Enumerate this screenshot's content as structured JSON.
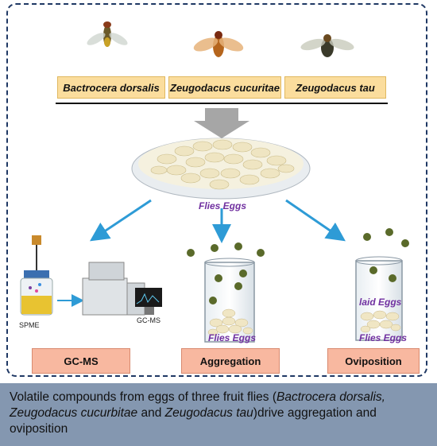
{
  "species": [
    "Bactrocera dorsalis",
    "Zeugodacus cucuritae",
    "Zeugodacus tau"
  ],
  "egg_labels": {
    "dish": "Flies Eggs",
    "aggregation_beaker": "Flies Eggs",
    "oviposition_laid": "laid Eggs",
    "oviposition_beaker": "Flies Eggs"
  },
  "instruments": {
    "spme": "SPME",
    "gcms": "GC-MS"
  },
  "methods": [
    "GC-MS",
    "Aggregation",
    "Oviposition"
  ],
  "caption": {
    "part1": "Volatile compounds from eggs of three fruit flies (",
    "species_italic": "Bactrocera dorsalis, Zeugodacus cucurbitae",
    "part2": " and ",
    "species_italic2": "Zeugodacus tau",
    "part3": ")drive aggregation and oviposition"
  },
  "colors": {
    "frame": "#1f3864",
    "species_box": "#fbdd9d",
    "method_box": "#f8b8a0",
    "arrow": "#2e9bd6",
    "caption_bg": "#8497b0",
    "egg_text": "#7030a0"
  }
}
